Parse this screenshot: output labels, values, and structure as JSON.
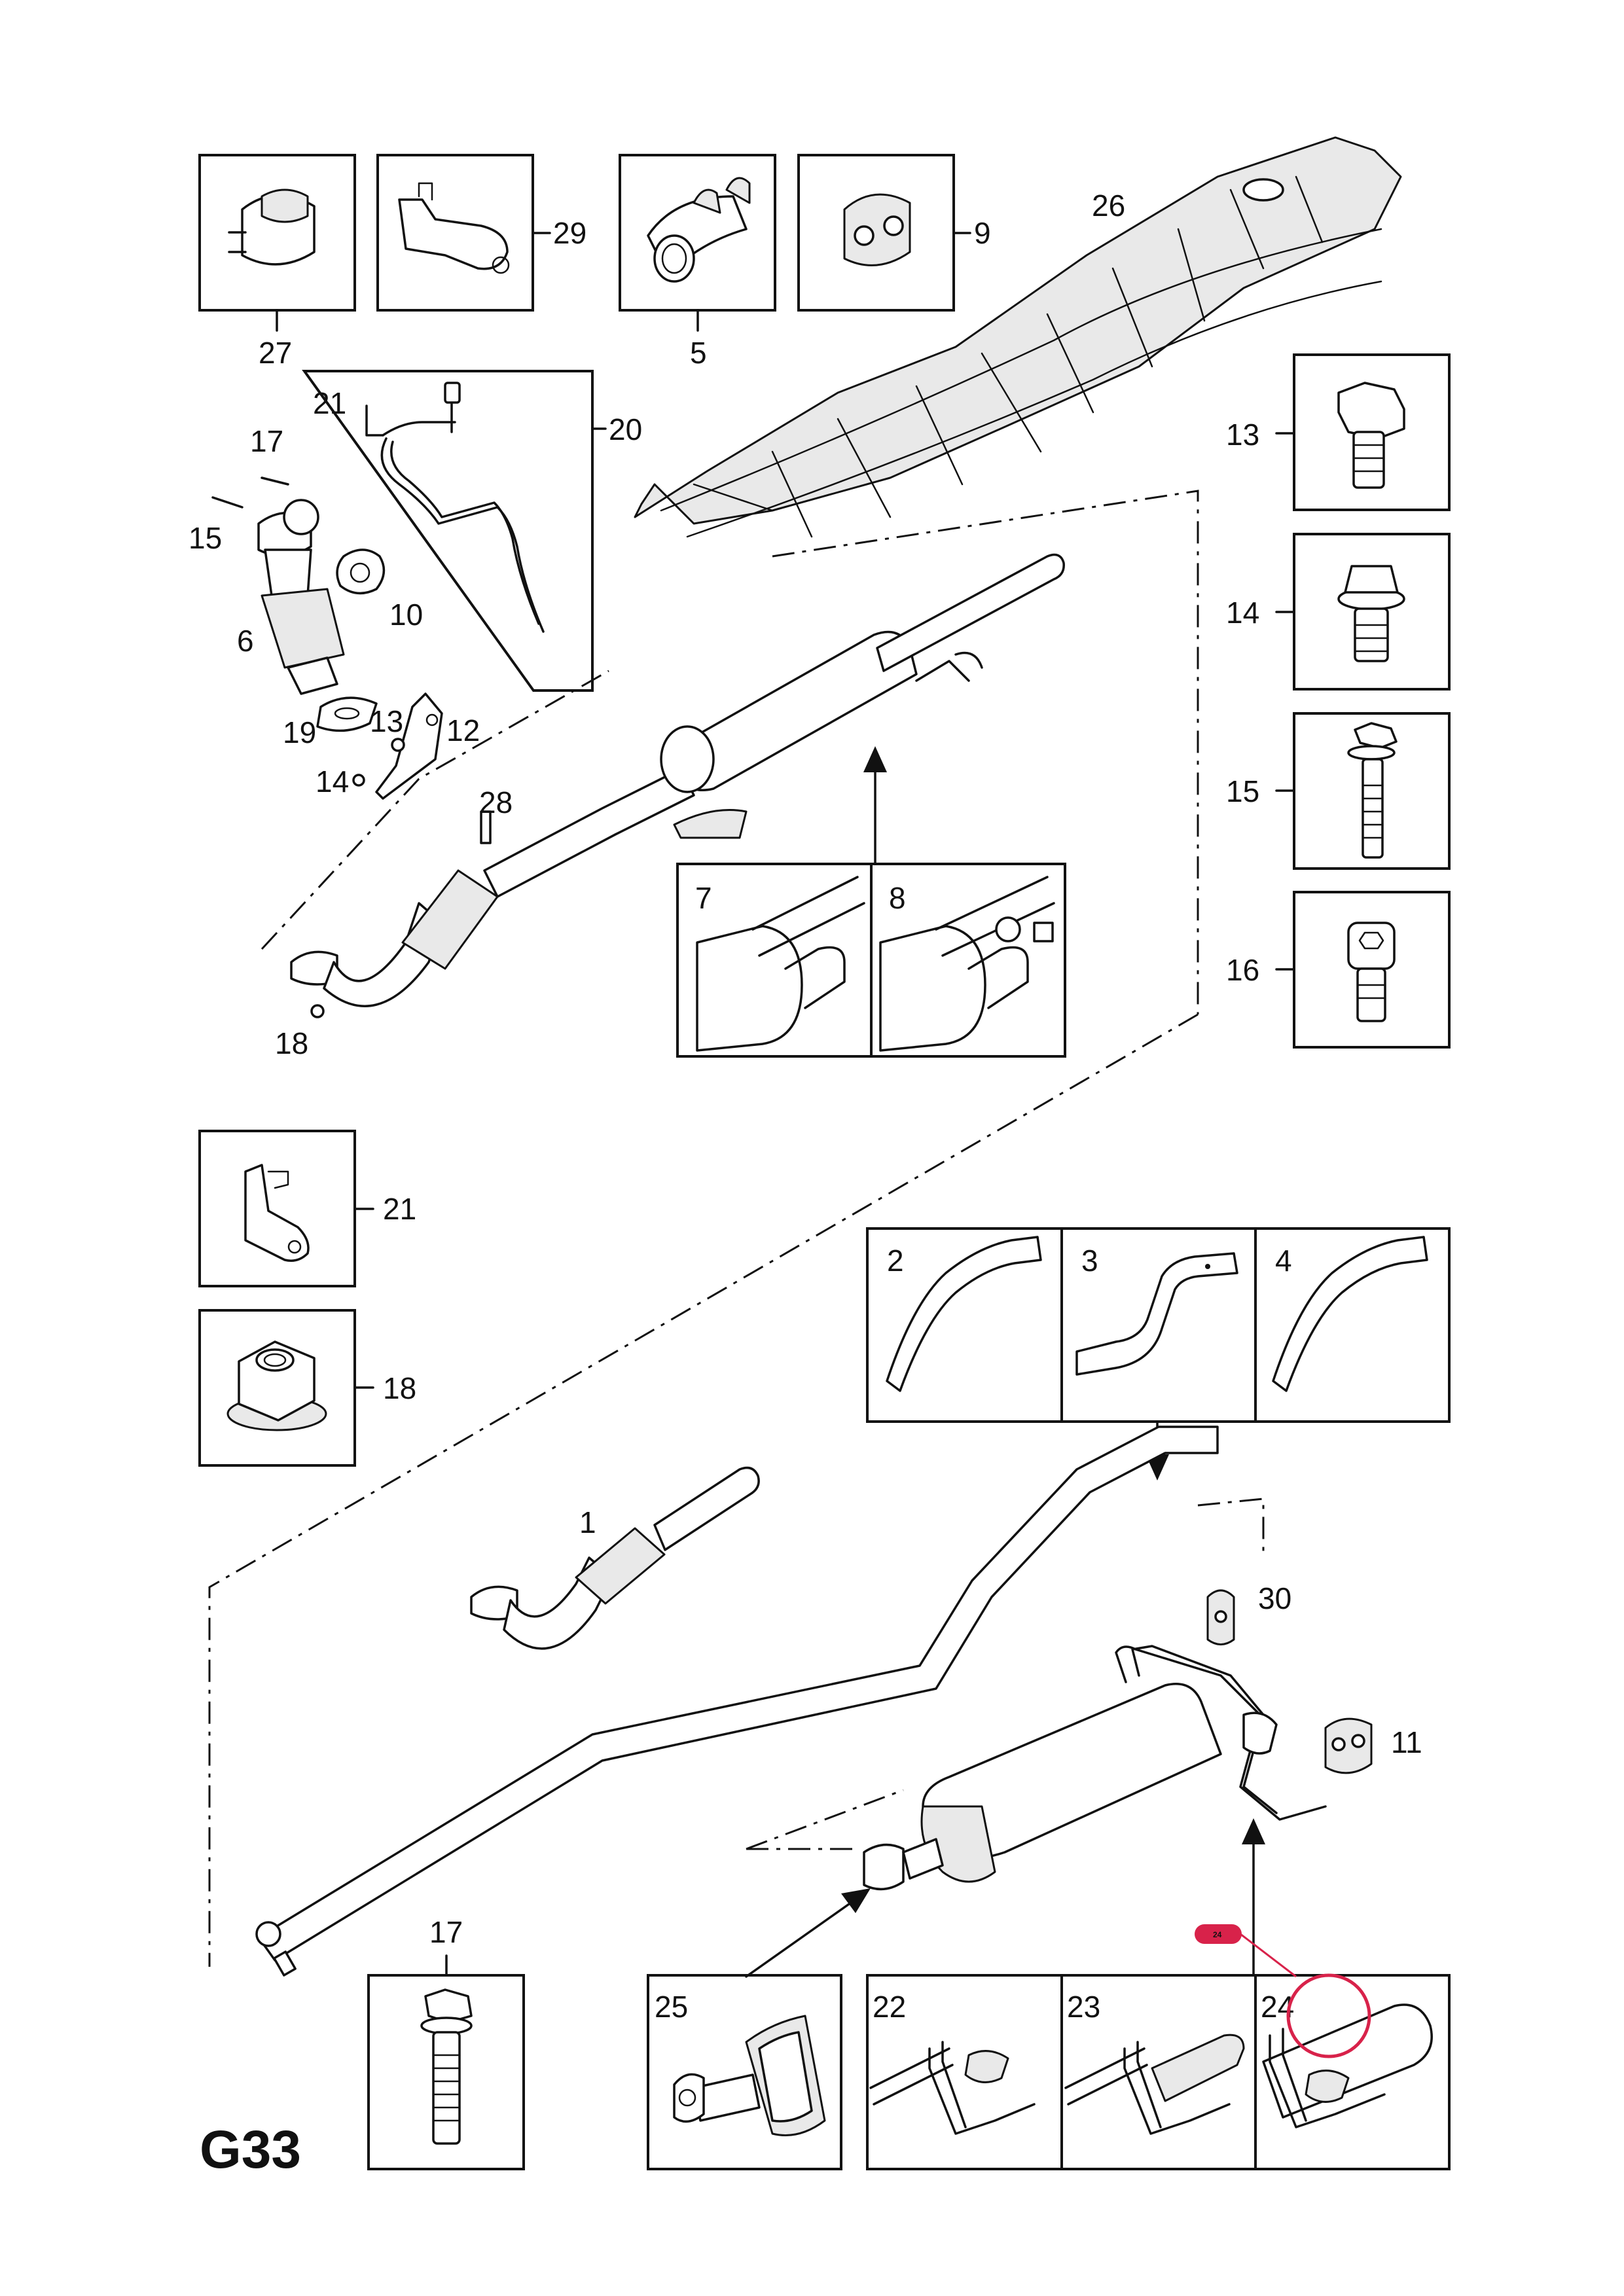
{
  "diagram": {
    "page_code": "G33",
    "callout_labels": {
      "p1": "1",
      "p2": "2",
      "p3": "3",
      "p4": "4",
      "p5": "5",
      "p6": "6",
      "p7": "7",
      "p8": "8",
      "p9": "9",
      "p10": "10",
      "p11": "11",
      "p12": "12",
      "p13_top": "13",
      "p13_mid": "13",
      "p14_top": "14",
      "p14_mid": "14",
      "p15_top": "15",
      "p15_mid": "15",
      "p16": "16",
      "p17_top": "17",
      "p17_bottom": "17",
      "p18_mid": "18",
      "p18_box": "18",
      "p19": "19",
      "p20": "20",
      "p21_box": "21",
      "p21_inset": "21",
      "p22": "22",
      "p23": "23",
      "p24": "24",
      "p25": "25",
      "p26": "26",
      "p27": "27",
      "p28": "28",
      "p29": "29",
      "p30": "30"
    },
    "annotation": {
      "badge_text": "24",
      "badge_color": "#d8224a",
      "circle_color": "#d8224a"
    }
  }
}
